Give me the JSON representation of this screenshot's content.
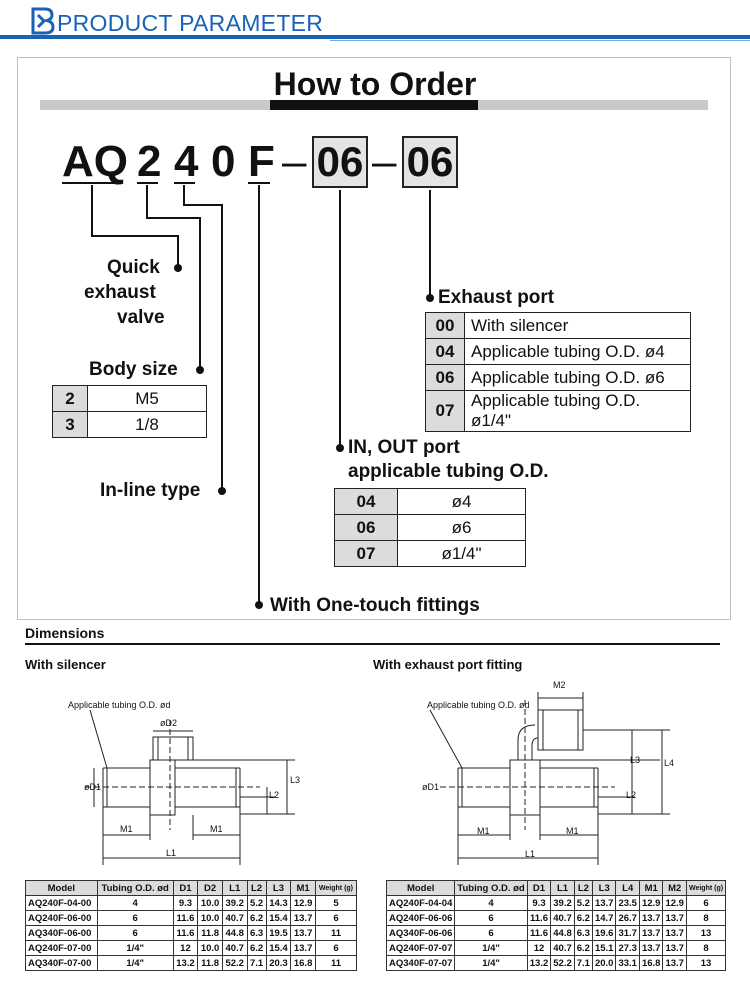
{
  "header": {
    "title": "PRODUCT PARAMETER",
    "logo_icon": "b-logo-icon"
  },
  "order": {
    "title": "How to Order",
    "code": {
      "p1": "AQ",
      "p2": "2",
      "p3": "4",
      "p4": "0",
      "p5": "F",
      "dash1": "–",
      "box1": "06",
      "dash2": "–",
      "box2": "06"
    },
    "quick": {
      "l1": "Quick",
      "l2": "exhaust",
      "l3": "valve"
    },
    "body_size": {
      "title": "Body size",
      "rows": [
        {
          "k": "2",
          "v": "M5"
        },
        {
          "k": "3",
          "v": "1/8"
        }
      ]
    },
    "inline_label": "In-line type",
    "exhaust": {
      "title": "Exhaust port",
      "rows": [
        {
          "k": "00",
          "v": "With silencer"
        },
        {
          "k": "04",
          "v": "Applicable tubing O.D. ø4"
        },
        {
          "k": "06",
          "v": "Applicable tubing O.D. ø6"
        },
        {
          "k": "07",
          "v": "Applicable tubing O.D. ø1/4\""
        }
      ]
    },
    "inout": {
      "title1": "IN, OUT port",
      "title2": "applicable tubing O.D.",
      "rows": [
        {
          "k": "04",
          "v": "ø4"
        },
        {
          "k": "06",
          "v": "ø6"
        },
        {
          "k": "07",
          "v": "ø1/4\""
        }
      ]
    },
    "onetouch_label": "With One-touch fittings"
  },
  "dimensions": {
    "title": "Dimensions",
    "left": {
      "title": "With silencer",
      "labels": {
        "tubing": "Applicable tubing O.D. ød",
        "D2": "øD2",
        "D1": "øD1",
        "L2": "L2",
        "L3": "L3",
        "M1a": "M1",
        "M1b": "M1",
        "L1": "L1"
      },
      "columns": [
        "Model",
        "Tubing O.D. ød",
        "D1",
        "D2",
        "L1",
        "L2",
        "L3",
        "M1",
        "Weight (g)"
      ],
      "rows": [
        [
          "AQ240F-04-00",
          "4",
          "9.3",
          "10.0",
          "39.2",
          "5.2",
          "14.3",
          "12.9",
          "5"
        ],
        [
          "AQ240F-06-00",
          "6",
          "11.6",
          "10.0",
          "40.7",
          "6.2",
          "15.4",
          "13.7",
          "6"
        ],
        [
          "AQ340F-06-00",
          "6",
          "11.6",
          "11.8",
          "44.8",
          "6.3",
          "19.5",
          "13.7",
          "11"
        ],
        [
          "AQ240F-07-00",
          "1/4\"",
          "12",
          "10.0",
          "40.7",
          "6.2",
          "15.4",
          "13.7",
          "6"
        ],
        [
          "AQ340F-07-00",
          "1/4\"",
          "13.2",
          "11.8",
          "52.2",
          "7.1",
          "20.3",
          "16.8",
          "11"
        ]
      ]
    },
    "right": {
      "title": "With exhaust port fitting",
      "labels": {
        "tubing": "Applicable tubing O.D. ød",
        "M2": "M2",
        "D1": "øD1",
        "L2": "L2",
        "L3": "L3",
        "L4": "L4",
        "M1a": "M1",
        "M1b": "M1",
        "L1": "L1"
      },
      "columns": [
        "Model",
        "Tubing O.D. ød",
        "D1",
        "L1",
        "L2",
        "L3",
        "L4",
        "M1",
        "M2",
        "Weight (g)"
      ],
      "rows": [
        [
          "AQ240F-04-04",
          "4",
          "9.3",
          "39.2",
          "5.2",
          "13.7",
          "23.5",
          "12.9",
          "12.9",
          "6"
        ],
        [
          "AQ240F-06-06",
          "6",
          "11.6",
          "40.7",
          "6.2",
          "14.7",
          "26.7",
          "13.7",
          "13.7",
          "8"
        ],
        [
          "AQ340F-06-06",
          "6",
          "11.6",
          "44.8",
          "6.3",
          "19.6",
          "31.7",
          "13.7",
          "13.7",
          "13"
        ],
        [
          "AQ240F-07-07",
          "1/4\"",
          "12",
          "40.7",
          "6.2",
          "15.1",
          "27.3",
          "13.7",
          "13.7",
          "8"
        ],
        [
          "AQ340F-07-07",
          "1/4\"",
          "13.2",
          "52.2",
          "7.1",
          "20.0",
          "33.1",
          "16.8",
          "13.7",
          "13"
        ]
      ]
    }
  }
}
